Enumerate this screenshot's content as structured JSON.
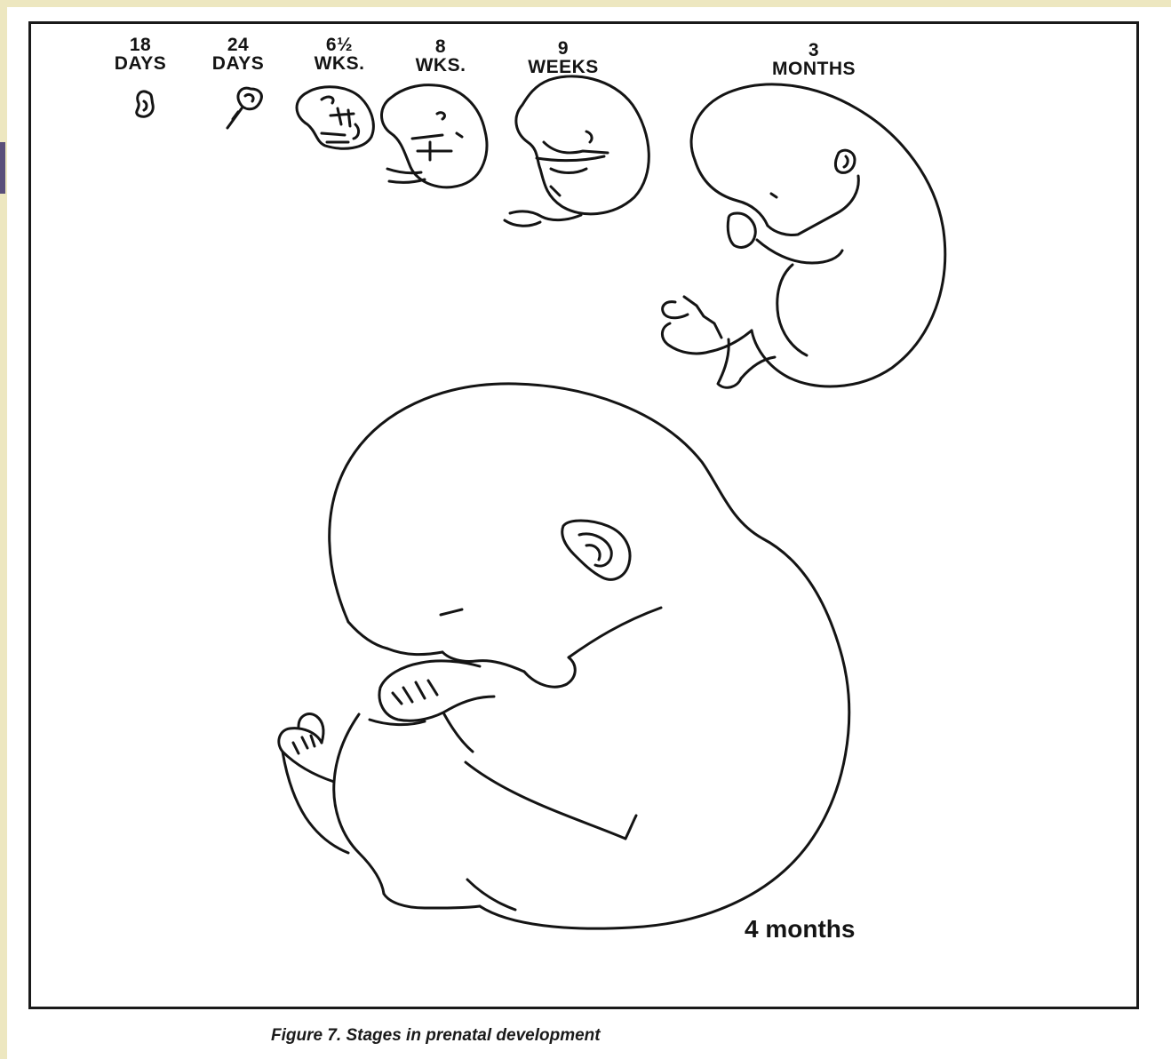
{
  "stages": [
    {
      "id": "18-days",
      "line1": "18",
      "line2": "DAYS"
    },
    {
      "id": "24-days",
      "line1": "24",
      "line2": "DAYS"
    },
    {
      "id": "6-half-weeks",
      "line1": "6½",
      "line2": "WKS."
    },
    {
      "id": "8-weeks",
      "line1": "8",
      "line2": "WKS."
    },
    {
      "id": "9-weeks",
      "line1": "9",
      "line2": "WEEKS"
    },
    {
      "id": "3-months",
      "line1": "3",
      "line2": "MONTHS"
    }
  ],
  "large_stage_label": "4 months",
  "caption": "Figure 7. Stages in prenatal development"
}
